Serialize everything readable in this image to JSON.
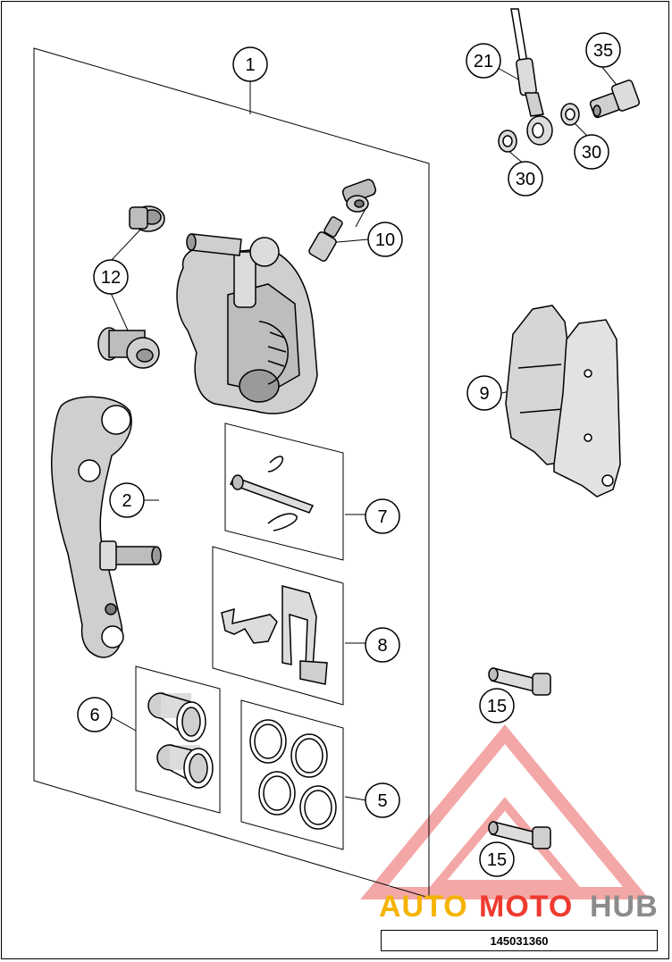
{
  "figure_number": "145031360",
  "watermark": {
    "part1": "AUTO",
    "part2": "MOTO",
    "part3": "HUB",
    "colors": {
      "orange": "#f5b400",
      "red": "#ee3b2f",
      "gray": "#8c8c8c",
      "triangle": "#f08a8a"
    }
  },
  "callouts": [
    "1",
    "2",
    "5",
    "6",
    "7",
    "8",
    "9",
    "10",
    "12",
    "15",
    "15",
    "21",
    "30",
    "30",
    "35"
  ],
  "colors": {
    "line": "#000000",
    "part_fill": "#cfcfcf",
    "part_dark": "#9a9a9a",
    "pad_fill": "#d6d6d6"
  }
}
